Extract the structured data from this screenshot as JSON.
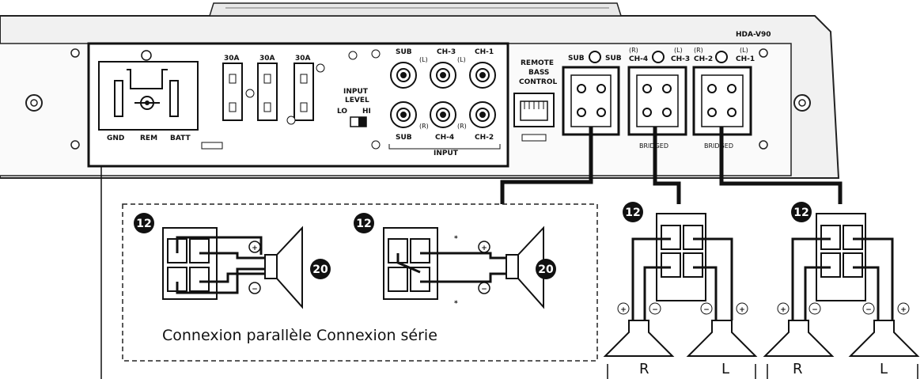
{
  "model": "HDA-V90",
  "power": {
    "gnd": "GND",
    "rem": "REM",
    "batt": "BATT"
  },
  "fuses": [
    "30A",
    "30A",
    "30A"
  ],
  "input_level": {
    "title_1": "INPUT",
    "title_2": "LEVEL",
    "lo": "LO",
    "hi": "HI"
  },
  "rca": {
    "sub_top": "SUB",
    "ch3": "CH-3",
    "ch1": "CH-1",
    "l1": "(L)",
    "l2": "(L)",
    "r1": "(R)",
    "r2": "(R)",
    "sub_bottom": "SUB",
    "ch4": "CH-4",
    "ch2": "CH-2",
    "input": "INPUT"
  },
  "remote": {
    "line1": "REMOTE",
    "line2": "BASS",
    "line3": "CONTROL"
  },
  "speaker_terms": {
    "sub_a": "SUB",
    "sub_b": "SUB",
    "r_a": "(R)",
    "ch4": "CH-4",
    "l_a": "(L)",
    "ch3": "CH-3",
    "r_b": "(R)",
    "ch2": "CH-2",
    "l_b": "(L)",
    "ch1": "CH-1",
    "bridged_a": "BRIDGED",
    "bridged_b": "BRIDGED"
  },
  "callouts": {
    "connector": "12",
    "speaker": "20"
  },
  "polarity": {
    "plus": "+",
    "minus": "−"
  },
  "asterisk": "*",
  "connection_caption": "Connexion parallèle Connexion série",
  "channel_labels": [
    "R",
    "L",
    "R",
    "L"
  ]
}
